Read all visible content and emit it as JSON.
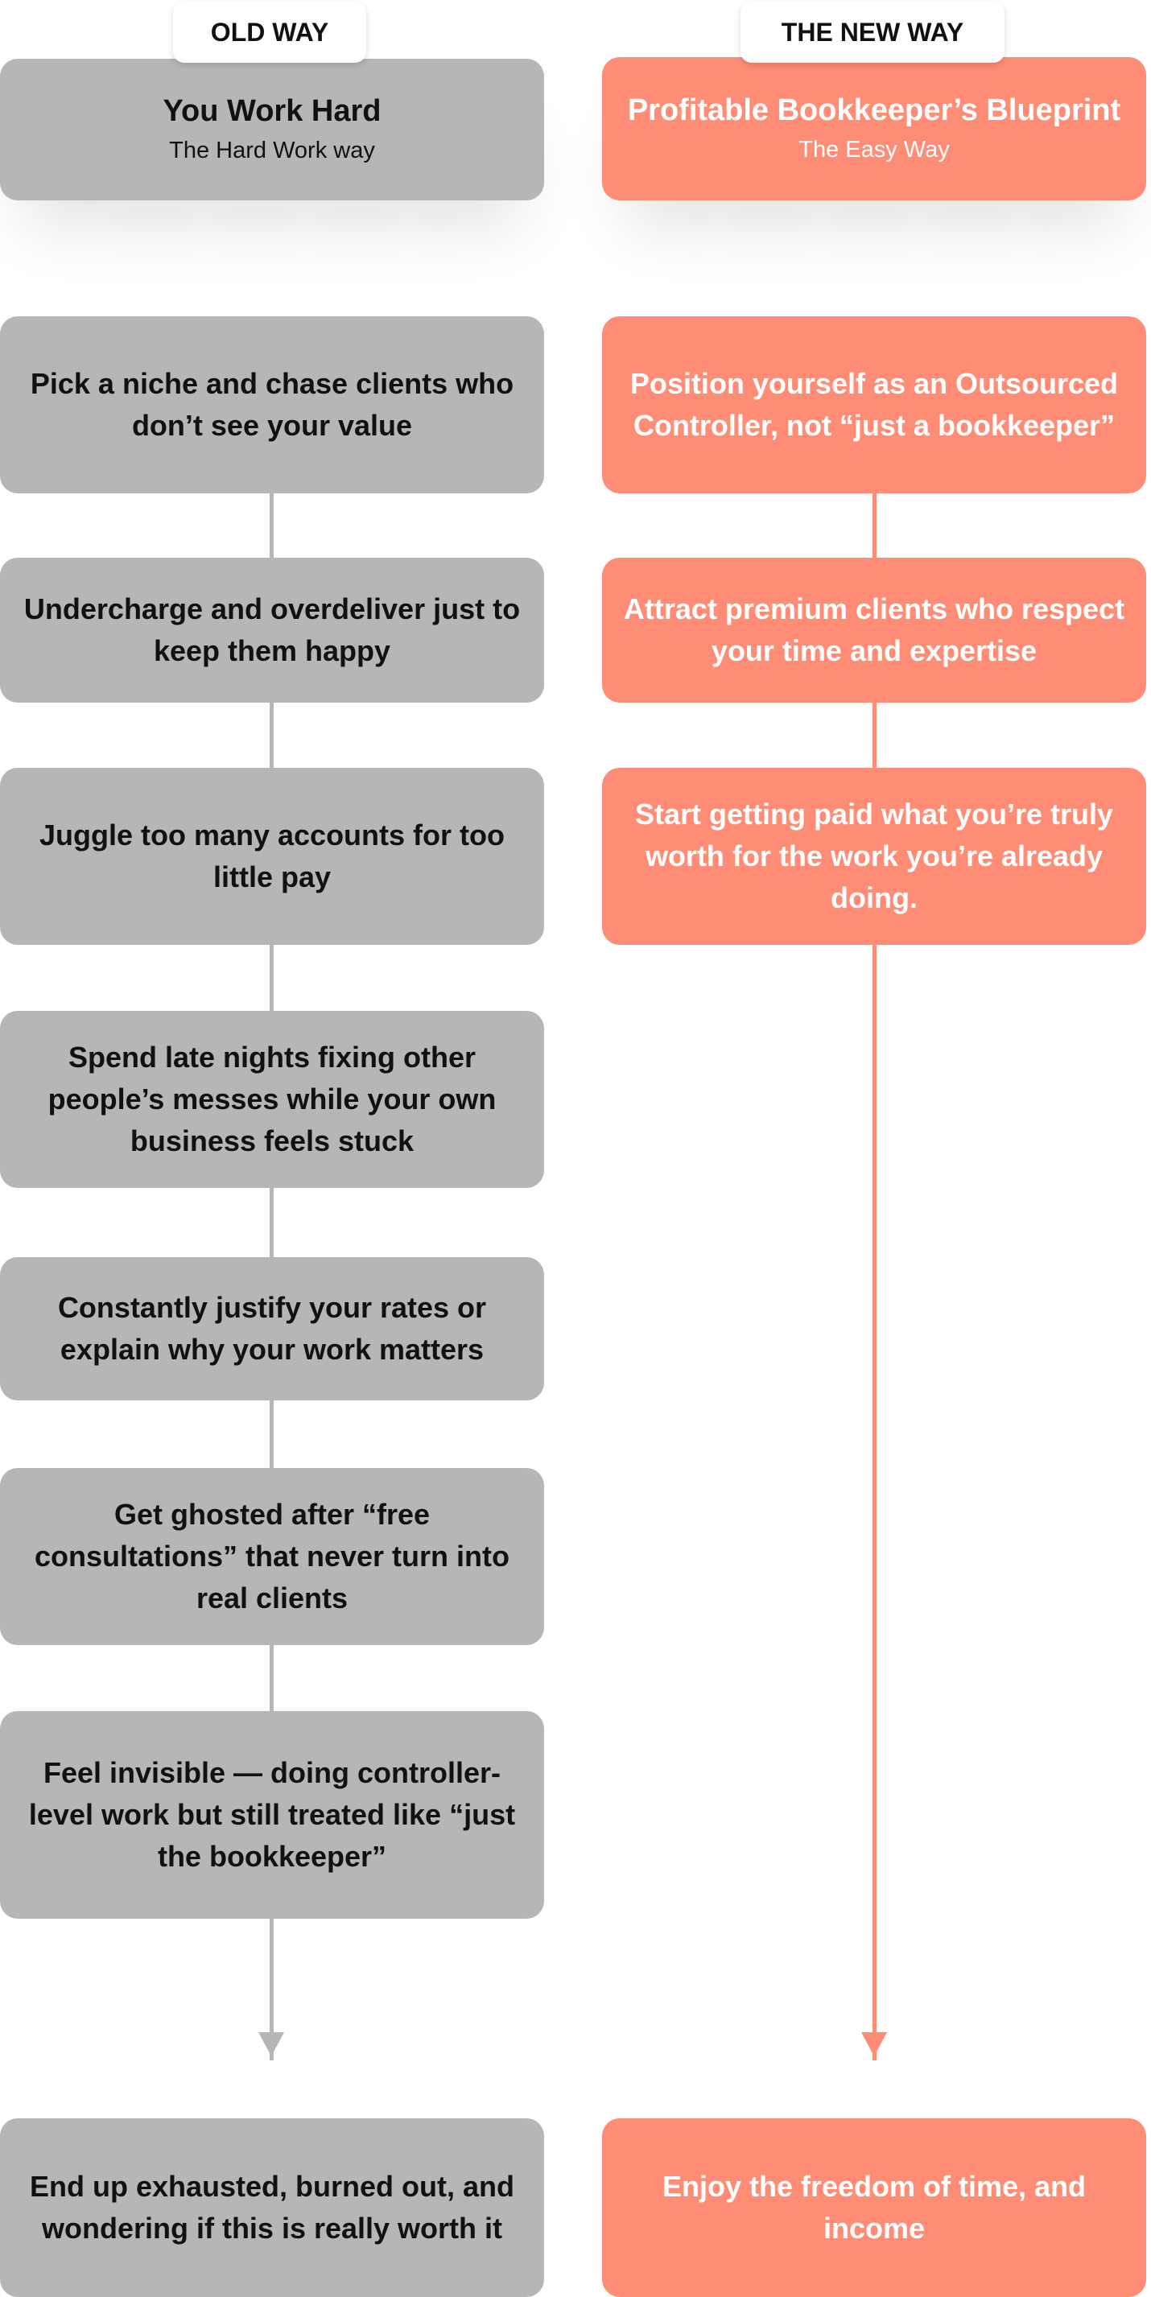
{
  "badges": {
    "old": "OLD WAY",
    "new": "THE NEW WAY"
  },
  "old_header": {
    "title": "You Work Hard",
    "subtitle": "The Hard Work way"
  },
  "new_header": {
    "title": "Profitable Bookkeeper’s Blueprint",
    "subtitle": "The Easy Way"
  },
  "old_steps": [
    "Pick a niche and chase clients who don’t see your value",
    "Undercharge and overdeliver just to keep them happy",
    "Juggle too many accounts for too little pay",
    "Spend late nights fixing other people’s messes while your own business feels stuck",
    "Constantly justify your rates or explain why your work matters",
    "Get ghosted after “free consultations” that never turn into real clients",
    "Feel invisible — doing controller-level work but still treated like “just the bookkeeper”"
  ],
  "new_steps": [
    "Position yourself as an Outsourced Controller, not “just a bookkeeper”",
    "Attract premium clients who respect your time and expertise",
    "Start getting paid what you’re truly worth for the work you’re already doing."
  ],
  "old_outcome": "End up exhausted, burned out, and wondering if this is really worth it",
  "new_outcome": "Enjoy the freedom of time, and income",
  "colors": {
    "old": "#b6b6b6",
    "new": "#ff8c75"
  }
}
